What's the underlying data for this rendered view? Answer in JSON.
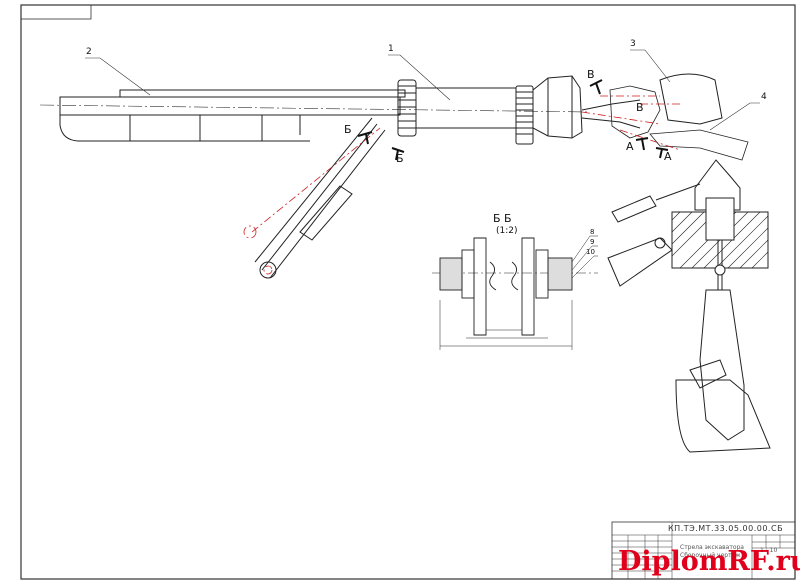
{
  "drawing": {
    "callouts": [
      "1",
      "2",
      "3",
      "4"
    ],
    "section_marks": {
      "b_left": "Б",
      "b_right": "Б",
      "v_left": "В",
      "v_right": "В",
      "a_left": "А",
      "a_right": "А"
    },
    "section_view": {
      "title": "Б  Б",
      "scale": "(1:2)",
      "callouts": [
        "8",
        "9",
        "10"
      ]
    }
  },
  "title_block": {
    "code": "КП.ТЭ.МТ.33.05.00.00.СБ",
    "title": "Стрела экскаватора",
    "subtitle": "Сборочный чертеж",
    "sheet": "1 : 10"
  },
  "watermark": "DiplomRF.ru",
  "colors": {
    "line": "#222222",
    "centerline": "#cc1f1f",
    "watermark": "#e0001b"
  }
}
